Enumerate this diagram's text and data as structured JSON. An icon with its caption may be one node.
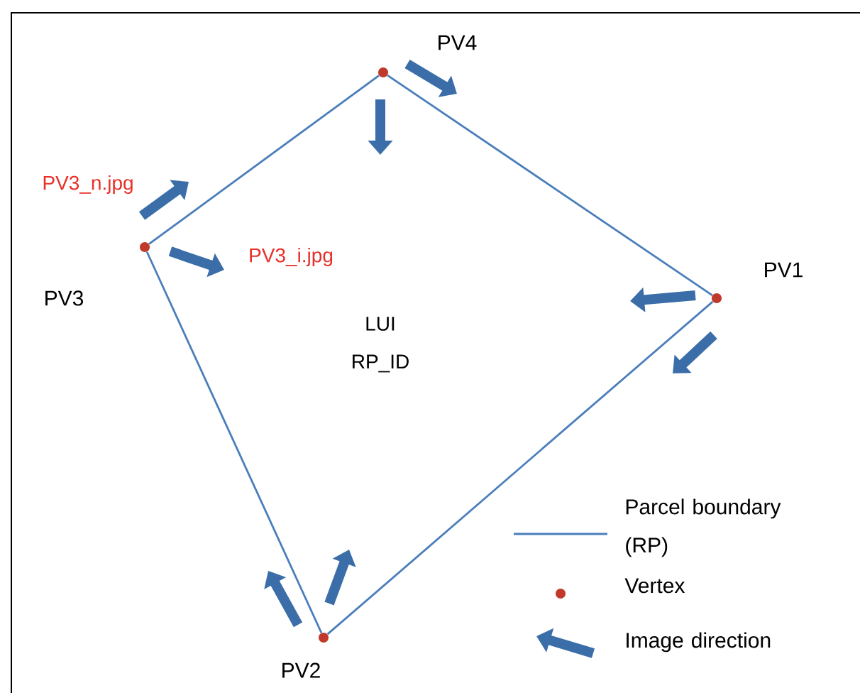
{
  "diagram": {
    "nodes": [
      {
        "text": [],
        "shape": "circle",
        "beside": [
          "PV4"
        ]
      },
      {
        "text": [],
        "shape": "circle",
        "beside": [
          "PV3"
        ]
      },
      {
        "text": [],
        "shape": "circle",
        "beside": [
          "PV1"
        ]
      },
      {
        "text": [],
        "shape": "circle",
        "beside": [
          "PV2"
        ]
      }
    ],
    "edges": [
      {
        "from": 0,
        "to": 2,
        "arrow": "none"
      },
      {
        "from": 2,
        "to": 3,
        "arrow": "none"
      },
      {
        "from": 3,
        "to": 1,
        "arrow": "none"
      },
      {
        "from": 1,
        "to": 0,
        "arrow": "none"
      }
    ],
    "labels": [
      "PV3_n.jpg",
      "PV3_i.jpg",
      "LUI",
      "RP_ID"
    ],
    "legend": [
      {
        "text": "Parcel boundary (RP)"
      },
      {
        "text": "Vertex"
      },
      {
        "text": "Image direction"
      }
    ]
  }
}
